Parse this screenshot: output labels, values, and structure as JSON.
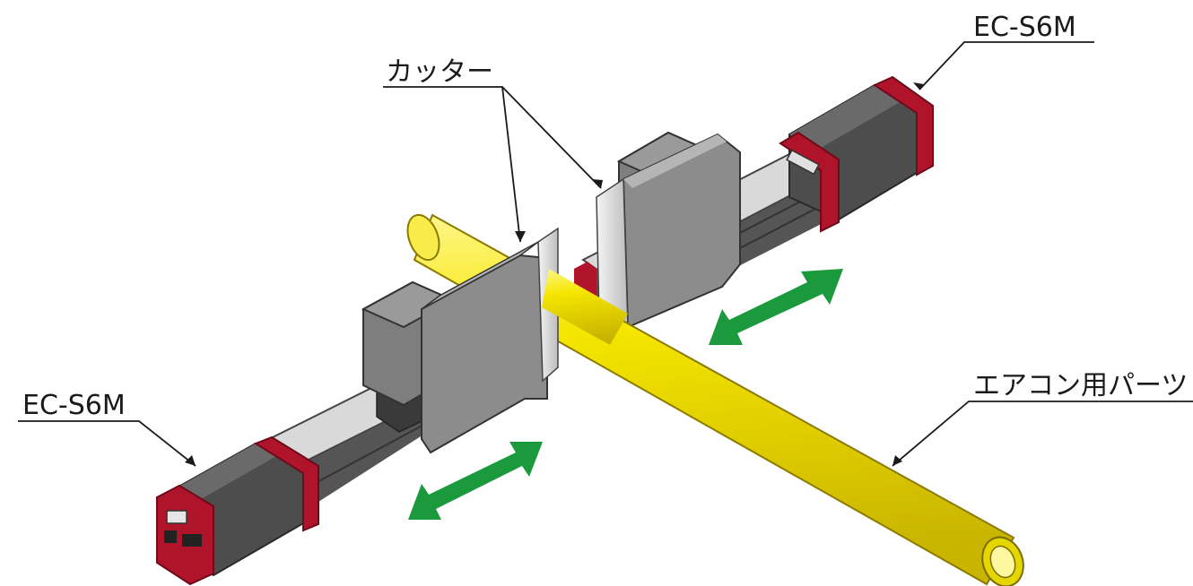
{
  "labels": {
    "actuator_top": "EC-S6M",
    "actuator_bottom": "EC-S6M",
    "cutter": "カッター",
    "workpiece": "エアコン用パーツ"
  },
  "colors": {
    "body_dark": "#505050",
    "end_cap_red": "#b0142a",
    "rail_silver": "#d9d9d9",
    "cutter_gray": "#8c8c8c",
    "blade_light": "#e8e8e8",
    "pipe_yellow": "#f2e600",
    "arrow_green": "#1a9a3c"
  },
  "icons": {
    "motion_arrow": "double-headed-arrow-icon",
    "leader": "leader-line-icon"
  }
}
